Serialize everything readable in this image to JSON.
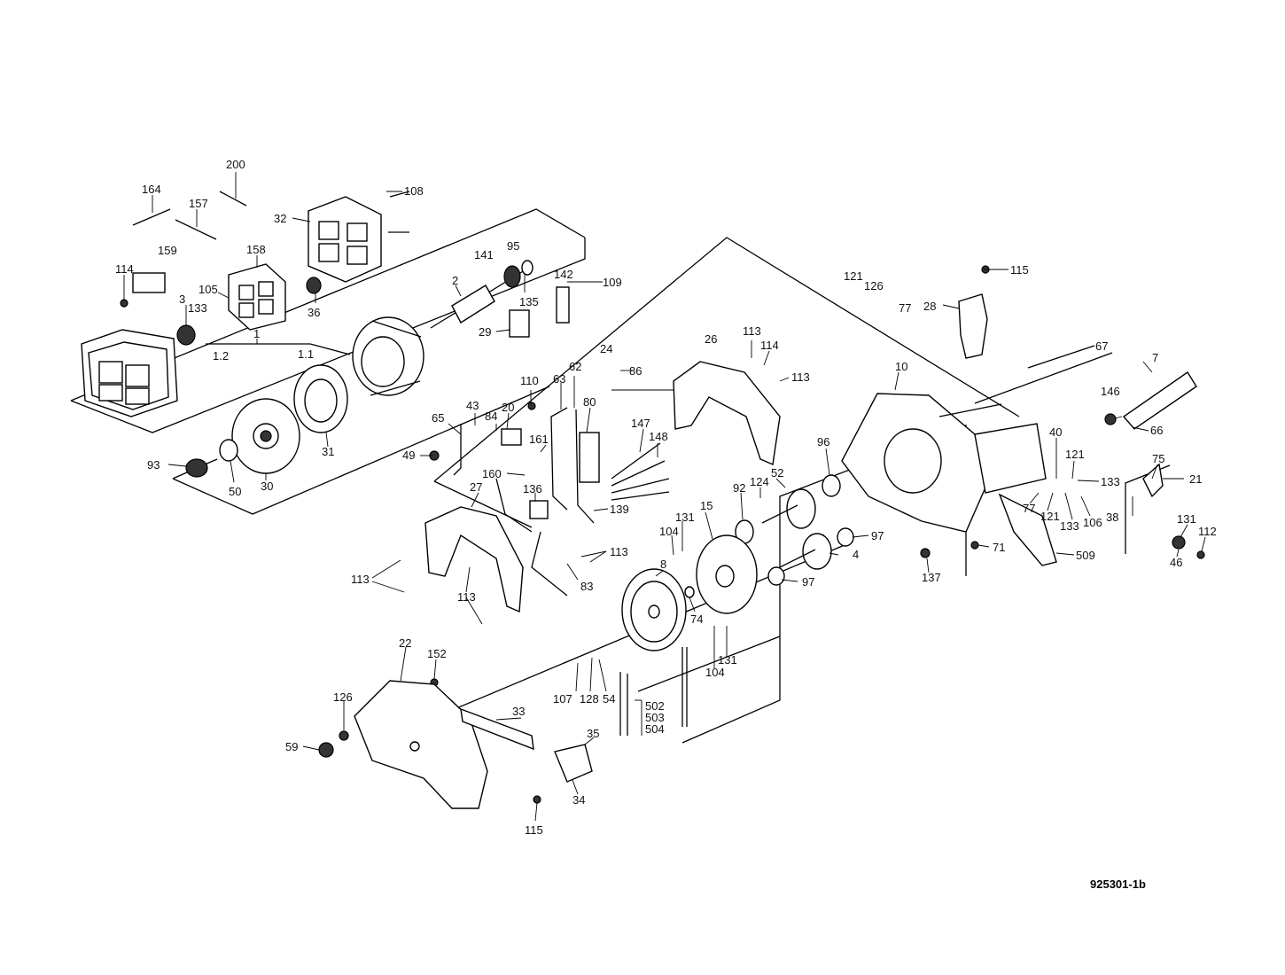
{
  "drawing_id": "925301-1b",
  "callouts": [
    "200",
    "164",
    "157",
    "108",
    "32",
    "159",
    "158",
    "114",
    "141",
    "95",
    "142",
    "109",
    "105",
    "3",
    "133",
    "2",
    "36",
    "135",
    "29",
    "1",
    "1.2",
    "1.1",
    "121",
    "126",
    "115",
    "77",
    "28",
    "67",
    "7",
    "24",
    "86",
    "26",
    "113",
    "114",
    "113",
    "10",
    "62",
    "63",
    "110",
    "80",
    "43",
    "20",
    "65",
    "84",
    "49",
    "161",
    "147",
    "148",
    "146",
    "66",
    "93",
    "50",
    "30",
    "31",
    "160",
    "136",
    "27",
    "139",
    "96",
    "92",
    "124",
    "52",
    "40",
    "121",
    "133",
    "75",
    "21",
    "131",
    "104",
    "15",
    "113",
    "113",
    "83",
    "113",
    "97",
    "4",
    "97",
    "77",
    "121",
    "133",
    "106",
    "38",
    "71",
    "509",
    "131",
    "112",
    "46",
    "137",
    "8",
    "74",
    "131",
    "104",
    "22",
    "152",
    "126",
    "59",
    "107",
    "128",
    "54",
    "33",
    "502",
    "503",
    "504",
    "35",
    "34",
    "115"
  ]
}
